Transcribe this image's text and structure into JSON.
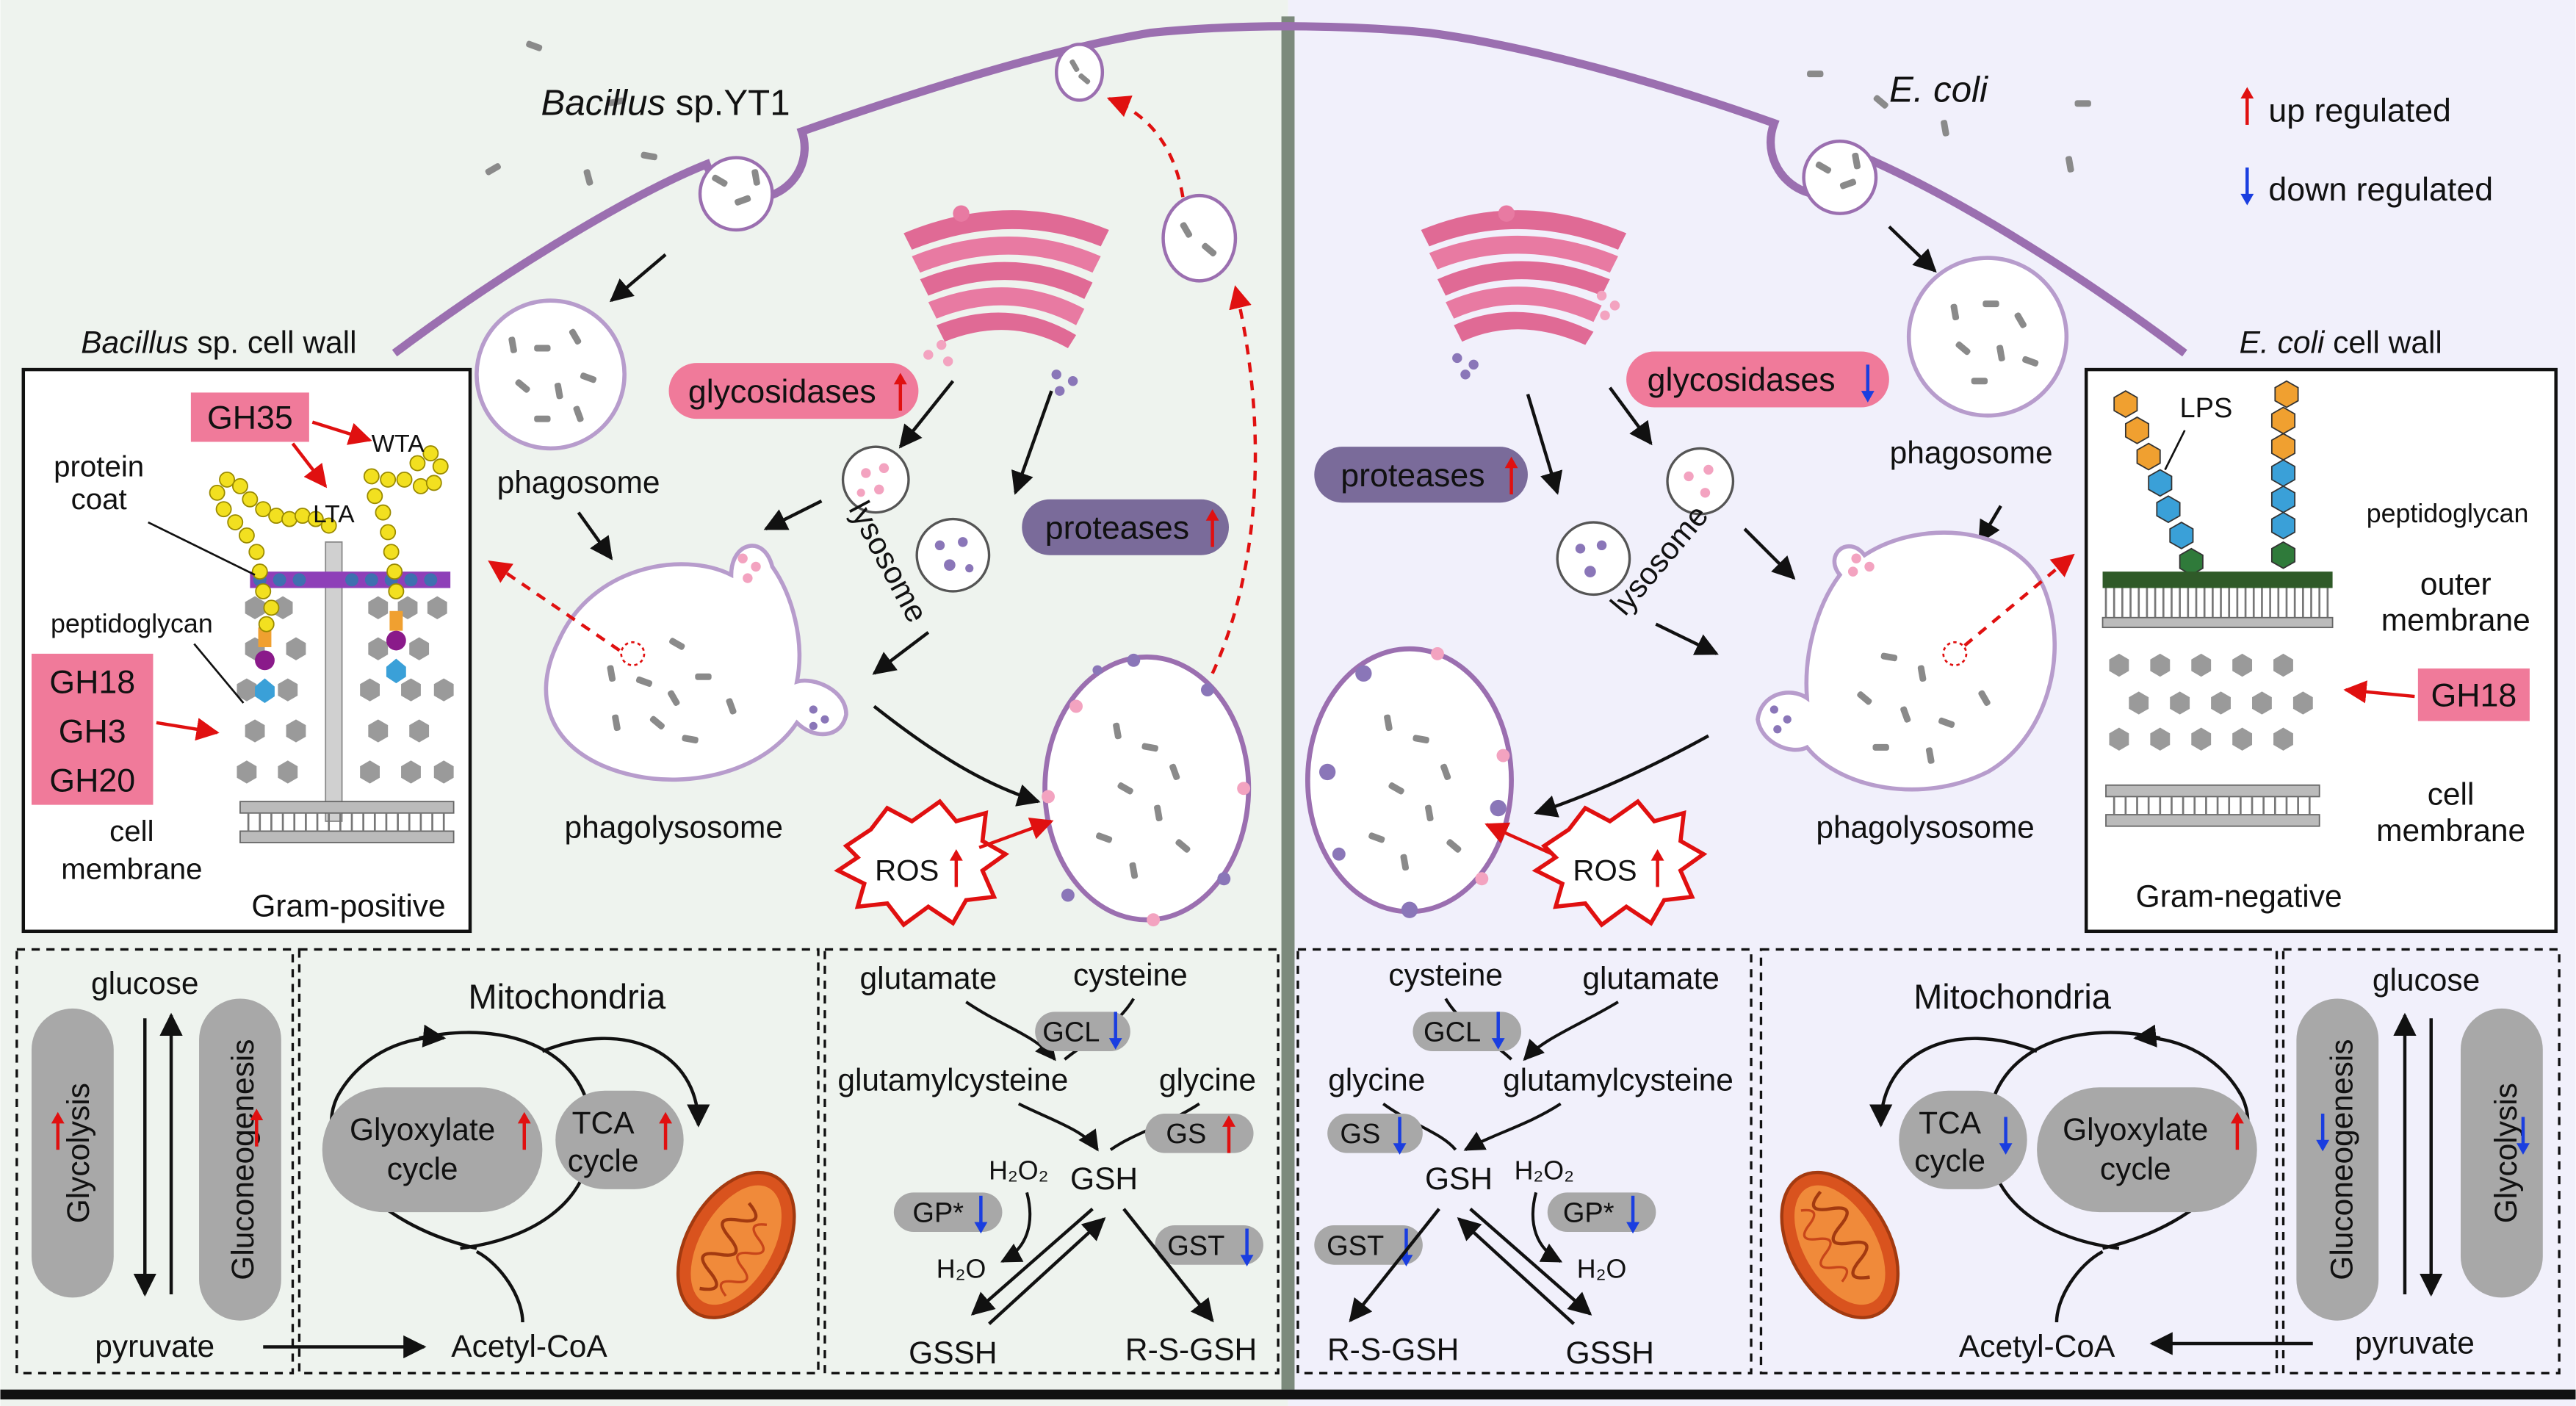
{
  "colors": {
    "left_bg": "#eef3ee",
    "right_bg": "#f1f0fb",
    "membrane": "#9b6fb0",
    "pink_label": "#f07a9a",
    "purple_label": "#7a6b9a",
    "up_arrow": "#e01010",
    "down_arrow": "#1a3ee0",
    "gray_box": "#a8a8a8"
  },
  "legend": {
    "up": "up regulated",
    "down": "down regulated"
  },
  "left_cell": {
    "organism_italic": "Bacillus",
    "organism_rest": " sp.YT1",
    "cell_wall_italic": "Bacillus",
    "cell_wall_rest": " sp. cell wall",
    "phagosome": "phagosome",
    "lysosome": "lysosome",
    "phagolysosome": "phagolysosome",
    "glycosidases": "glycosidases",
    "proteases": "proteases",
    "ros": "ROS",
    "inset": {
      "gh35": "GH35",
      "wta": "WTA",
      "protein_coat_1": "protein",
      "protein_coat_2": "coat",
      "lta": "LTA",
      "peptidoglycan": "peptidoglycan",
      "gh18": "GH18",
      "gh3": "GH3",
      "gh20": "GH20",
      "cell_membrane_1": "cell",
      "cell_membrane_2": "membrane",
      "gram": "Gram-positive"
    }
  },
  "right_cell": {
    "organism_italic": "E. coli",
    "cell_wall_italic": "E. coli",
    "cell_wall_rest": "  cell wall",
    "phagosome": "phagosome",
    "lysosome": "lysosome",
    "phagolysosome": "phagolysosome",
    "glycosidases": "glycosidases",
    "proteases": "proteases",
    "ros": "ROS",
    "inset": {
      "lps": "LPS",
      "peptidoglycan": "peptidoglycan",
      "outer_membrane_1": "outer",
      "outer_membrane_2": "membrane",
      "gh18": "GH18",
      "cell_membrane_1": "cell",
      "cell_membrane_2": "membrane",
      "gram": "Gram-negative"
    }
  },
  "metabolism_left": {
    "glucose": "glucose",
    "pyruvate": "pyruvate",
    "glycolysis": "Glycolysis",
    "gluconeogenesis": "Gluconeogenesis",
    "mitochondria": "Mitochondria",
    "glyoxylate_1": "Glyoxylate",
    "glyoxylate_2": "cycle",
    "tca_1": "TCA",
    "tca_2": "cycle",
    "acetyl_coa": "Acetyl-CoA"
  },
  "glutathione_left": {
    "glutamate": "glutamate",
    "cysteine": "cysteine",
    "gcl": "GCL",
    "glutamylcysteine": "glutamylcysteine",
    "glycine": "glycine",
    "gs": "GS",
    "gsh": "GSH",
    "h2o2": "H₂O₂",
    "gp": "GP*",
    "gst": "GST",
    "h2o": "H₂O",
    "gssh": "GSSH",
    "rsgsh": "R-S-GSH"
  },
  "glutathione_right": {
    "cysteine": "cysteine",
    "glutamate": "glutamate",
    "gcl": "GCL",
    "glycine": "glycine",
    "glutamylcysteine": "glutamylcysteine",
    "gs": "GS",
    "gsh": "GSH",
    "h2o2": "H₂O₂",
    "gp": "GP*",
    "gst": "GST",
    "h2o": "H₂O",
    "rsgsh": "R-S-GSH",
    "gssh": "GSSH"
  },
  "metabolism_right": {
    "mitochondria": "Mitochondria",
    "tca_1": "TCA",
    "tca_2": "cycle",
    "glyoxylate_1": "Glyoxylate",
    "glyoxylate_2": "cycle",
    "acetyl_coa": "Acetyl-CoA",
    "glucose": "glucose",
    "pyruvate": "pyruvate",
    "gluconeogenesis": "Gluconeogenesis",
    "glycolysis": "Glycolysis"
  }
}
